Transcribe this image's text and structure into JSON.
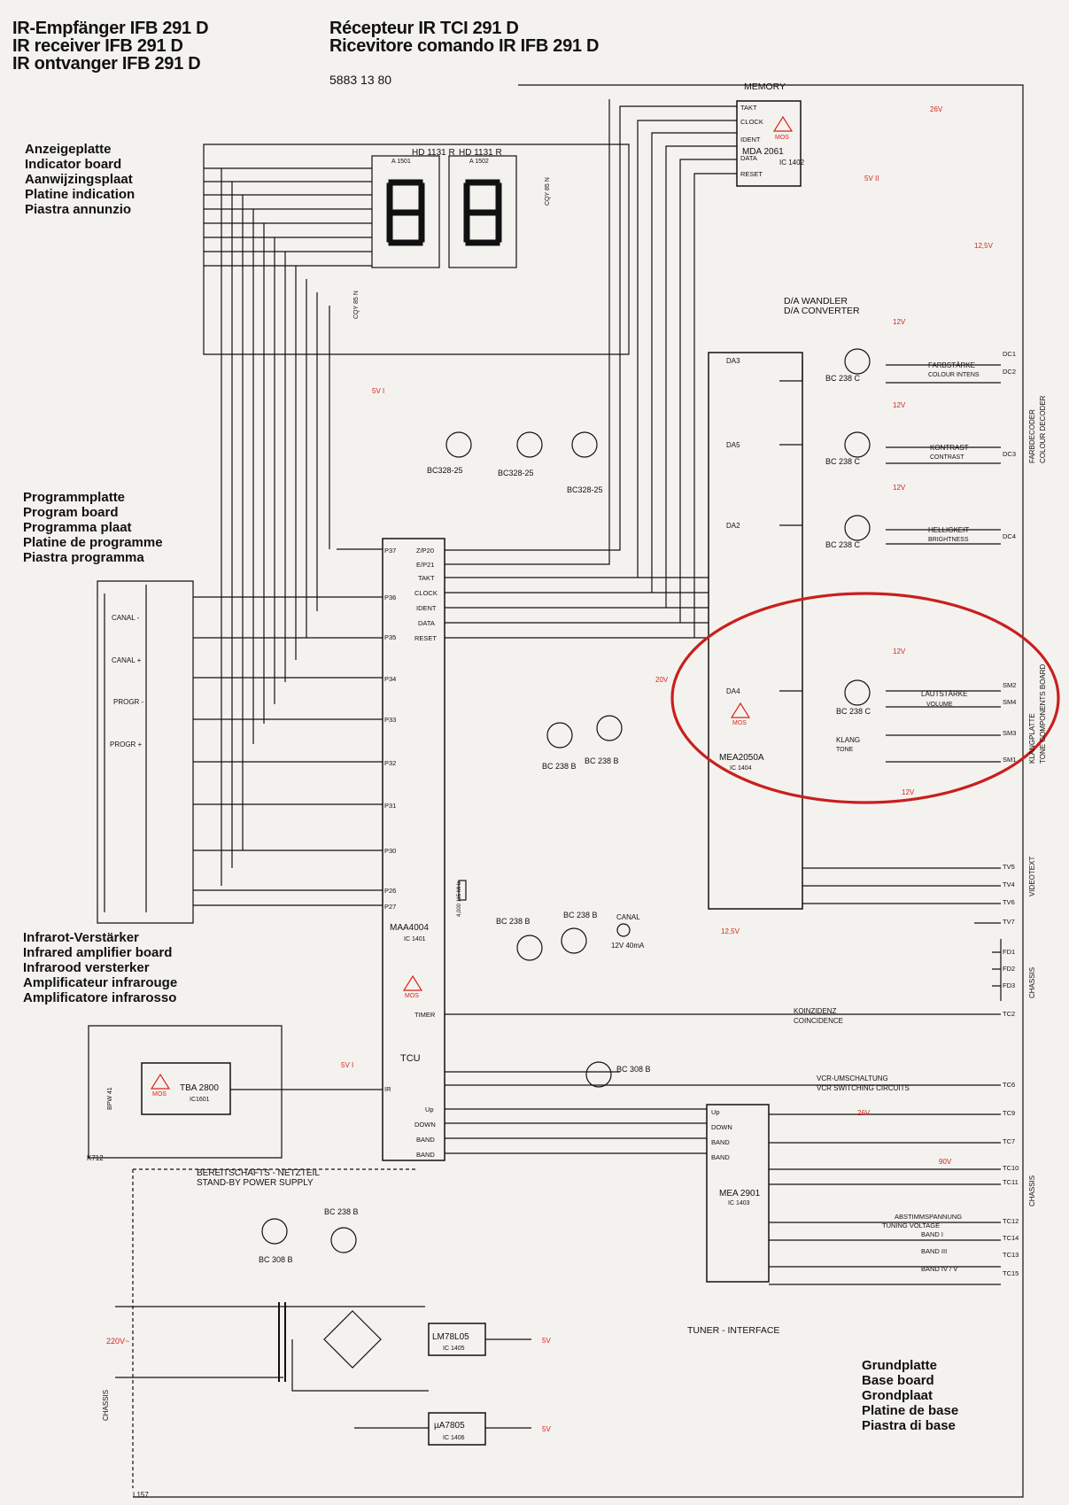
{
  "header_left": [
    "IR-Empfänger IFB 291 D",
    "IR receiver IFB 291 D",
    "IR ontvanger IFB 291 D"
  ],
  "header_right": [
    "Récepteur IR TCI 291 D",
    "Ricevitore comando IR IFB 291 D"
  ],
  "part_number": "5883 13 80",
  "boards": {
    "indicator": [
      "Anzeigeplatte",
      "Indicator board",
      "Aanwijzingsplaat",
      "Platine indication",
      "Piastra annunzio"
    ],
    "program": [
      "Programmplatte",
      "Program board",
      "Programma plaat",
      "Platine de programme",
      "Piastra programma"
    ],
    "infrared": [
      "Infrarot-Verstärker",
      "Infrared amplifier board",
      "Infrarood versterker",
      "Amplificateur infrarouge",
      "Amplificatore infrarosso"
    ],
    "base": [
      "Grundplatte",
      "Base board",
      "Grondplaat",
      "Platine de base",
      "Piastra di base"
    ]
  },
  "labels": {
    "memory": "MEMORY",
    "mda": "MDA 2061",
    "ic1402": "IC 1402",
    "hd1": "HD 1131 R",
    "hd2": "HD 1131 R",
    "a1501": "A 1501",
    "a1502": "A 1502",
    "da_converter_de": "D/A WANDLER",
    "da_converter_en": "D/A CONVERTER",
    "mea2050": "MEA2050A",
    "ic1404": "IC 1404",
    "maa4004": "MAA4004",
    "ic1401": "IC 1401",
    "tcu": "TCU",
    "tba2800": "TBA 2800",
    "ic1601": "IC1601",
    "mea2901": "MEA 2901",
    "ic1403": "IC 1403",
    "tuner_interface": "TUNER - INTERFACE",
    "lm78": "LM78L05",
    "ic1405": "IC 1405",
    "ua7805": "µA7805",
    "ic1406": "IC 1406",
    "standby_de": "BEREITSCHAFTS - NETZTEIL",
    "standby_en": "STAND-BY POWER SUPPLY",
    "farbstarke": "FARBSTÄRKE",
    "colour_intens": "COLOUR INTENS",
    "kontrast": "KONTRAST",
    "contrast": "CONTRAST",
    "helligkeit": "HELLIGKEIT",
    "brightness": "BRIGHTNESS",
    "lautstarke": "LAUTSTÄRKE",
    "volume": "VOLUME",
    "klang": "KLANG",
    "tone": "TONE",
    "farbdecoder": "FARBDECODER",
    "colour_decoder": "COLOUR DECODER",
    "klangplatte": "KLANGPLATTE",
    "tone_components": "TONE COMPONENTS BOARD",
    "videotext": "VIDEOTEXT",
    "chassis": "CHASSIS",
    "koinzidenz": "KOINZIDENZ",
    "coincidence": "COINCIDENCE",
    "vcr_de": "VCR-UMSCHALTUNG",
    "vcr_en": "VCR SWITCHING CIRCUITS",
    "abstimm": "ABSTIMMSPANNUNG",
    "tuning_voltage": "TUNING VOLTAGE",
    "band1": "BAND I",
    "band3": "BAND III",
    "band45": "BAND IV / V",
    "canal_minus": "CANAL -",
    "canal_plus": "CANAL +",
    "progr_minus": "PROGR -",
    "progr_plus": "PROGR +",
    "mains": "220V~",
    "canal_lamp": "CANAL",
    "lamp_spec": "12V  40mA",
    "bc238c": "BC 238 C",
    "bc328": "BC328-25",
    "bc238b": "BC 238 B",
    "bc308b": "BC 308 B",
    "cqy85n": "CQY 85 N",
    "bpw41": "BPW 41",
    "k712": "K712",
    "l157": "L157",
    "mos": "MOS",
    "xtal": "4,000 115 MHz"
  },
  "pins_left": [
    "P37",
    "P36",
    "P35",
    "P34",
    "P33",
    "P32",
    "P31",
    "P30",
    "P26",
    "P27",
    "IR"
  ],
  "pins_right": [
    "Z/P20",
    "E/P21",
    "TAKT",
    "CLOCK",
    "IDENT",
    "DATA",
    "RESET",
    "TIMER",
    "Up",
    "DOWN",
    "BAND",
    "BAND"
  ],
  "mem_pins": [
    "TAKT",
    "CLOCK",
    "IDENT",
    "DATA",
    "RESET"
  ],
  "dac_outputs": [
    "DA3",
    "DA5",
    "DA2",
    "DA4"
  ],
  "tune_pins": [
    "Up",
    "DOWN",
    "BAND",
    "BAND"
  ],
  "connectors": [
    "DC1",
    "DC2",
    "DC3",
    "DC4",
    "SM2",
    "SM4",
    "SM3",
    "SM1",
    "TV5",
    "TV4",
    "TV6",
    "TV7",
    "FD1",
    "FD2",
    "FD3",
    "TC2",
    "TC6",
    "TC9",
    "TC7",
    "TC10",
    "TC11",
    "TC12",
    "TC14",
    "TC13",
    "TC15"
  ],
  "rails": {
    "v26": "26V",
    "v5": "5V I",
    "v5ii": "5V II",
    "v12": "12V",
    "v125": "12,5V",
    "v20": "20V",
    "v90": "90V",
    "v5box": "5V"
  },
  "highlight_color": "#c8201e",
  "accent_red": "#d6261e"
}
